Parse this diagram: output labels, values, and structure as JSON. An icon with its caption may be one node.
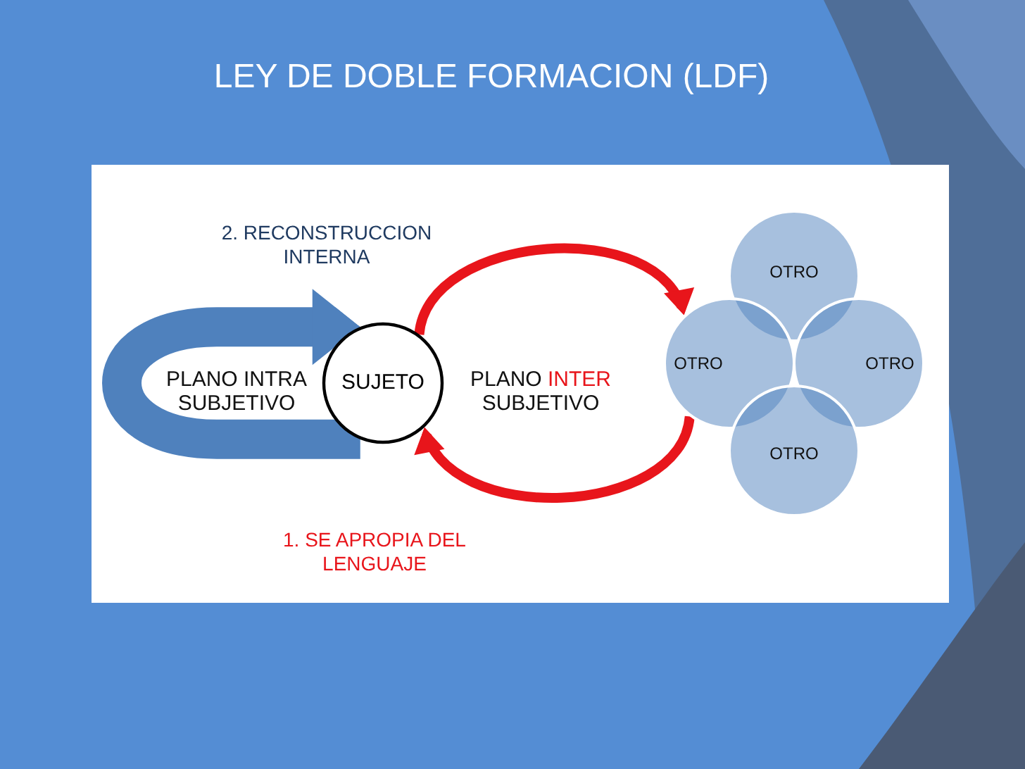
{
  "diagram": {
    "title": "LEY DE DOBLE FORMACION (LDF)",
    "nodes": [
      {
        "text": [
          "SUJETO"
        ]
      },
      {
        "text": [
          "OTRO"
        ]
      },
      {
        "text": [
          "OTRO"
        ]
      },
      {
        "text": [
          "OTRO"
        ]
      },
      {
        "text": [
          "OTRO"
        ]
      }
    ],
    "edges": [
      {
        "from": 0,
        "to": 0,
        "arrow": "to",
        "label": "2. RECONSTRUCCION INTERNA",
        "style": "thick",
        "color": "#4f81bd"
      },
      {
        "from": 0,
        "to": 2,
        "arrow": "to"
      },
      {
        "from": 2,
        "to": 0,
        "arrow": "to",
        "label": "1. SE APROPIA DEL LENGUAJE"
      }
    ],
    "labels": [
      "PLANO INTRA SUBJETIVO",
      "PLANO INTER SUBJETIVO"
    ]
  }
}
